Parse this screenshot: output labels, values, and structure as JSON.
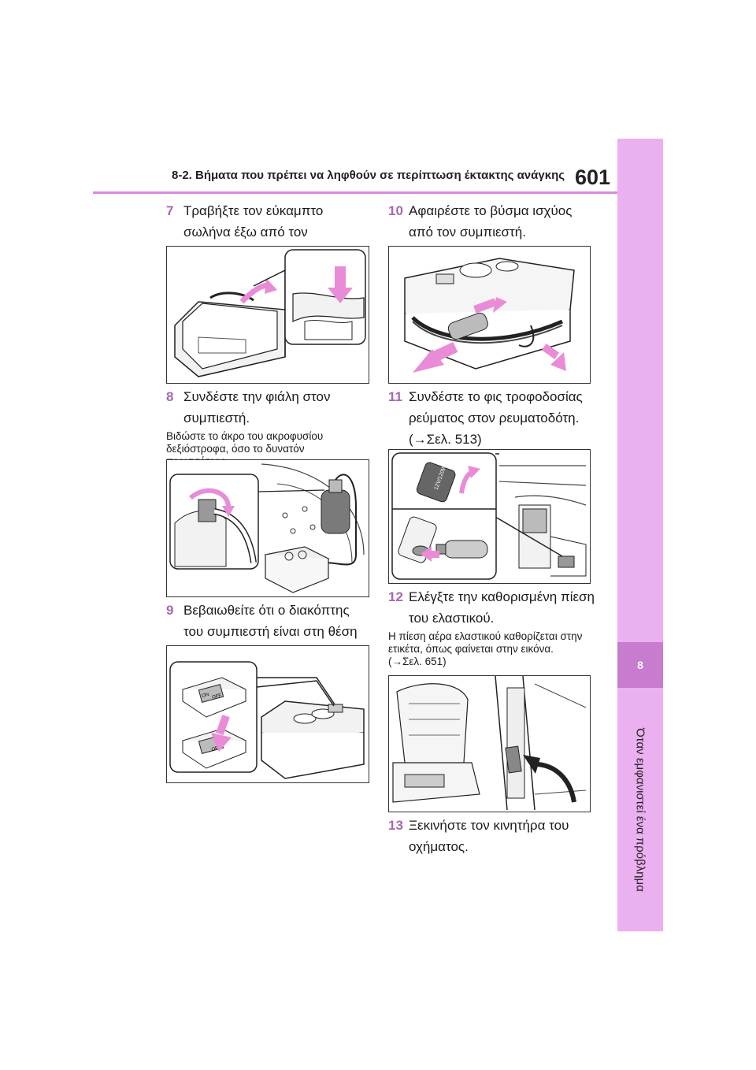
{
  "header": {
    "section_title": "8-2. Βήματα που πρέπει να ληφθούν σε περίπτωση έκτακτης ανάγκης",
    "page_number": "601"
  },
  "side_tab": {
    "chapter_number": "8",
    "chapter_title": "Όταν εμφανιστεί ένα πρόβλημα"
  },
  "left_column": {
    "step7": {
      "number": "7",
      "text": "Τραβήξτε τον εύκαμπτο σωλήνα έξω από τον συμπιεστή."
    },
    "step8": {
      "number": "8",
      "text": "Συνδέστε την φιάλη στον συμπιεστή."
    },
    "note8": "Βιδώστε το άκρο του ακροφυσίου δεξιόστροφα, όσο το δυνατόν περισσότερο.",
    "step9": {
      "number": "9",
      "text": "Βεβαιωθείτε ότι ο διακόπτης του συμπιεστή είναι στη θέση off."
    }
  },
  "right_column": {
    "step10": {
      "number": "10",
      "text": "Αφαιρέστε το βύσμα ισχύος από τον συμπιεστή."
    },
    "step11": {
      "number": "11",
      "text": "Συνδέστε το φις τροφοδοσίας ρεύματος στον ρευματοδότη. (→Σελ. 513)"
    },
    "step12": {
      "number": "12",
      "text": "Ελέγξτε την καθορισμένη πίεση του ελαστικού."
    },
    "note12": "Η πίεση αέρα ελαστικού καθορίζεται στην ετικέτα, όπως φαίνεται στην εικόνα. (→Σελ. 651)",
    "step13": {
      "number": "13",
      "text": "Ξεκινήστε τον κινητήρα του οχήματος."
    }
  },
  "figure_labels": {
    "switch_off": "OFF",
    "switch_on": "ON",
    "socket_rating": "12V/120W"
  },
  "colors": {
    "accent_pink": "#eab0f0",
    "accent_dark": "#c77ccf",
    "arrow_pink": "#e98bd6",
    "step_number": "#a866b4"
  }
}
